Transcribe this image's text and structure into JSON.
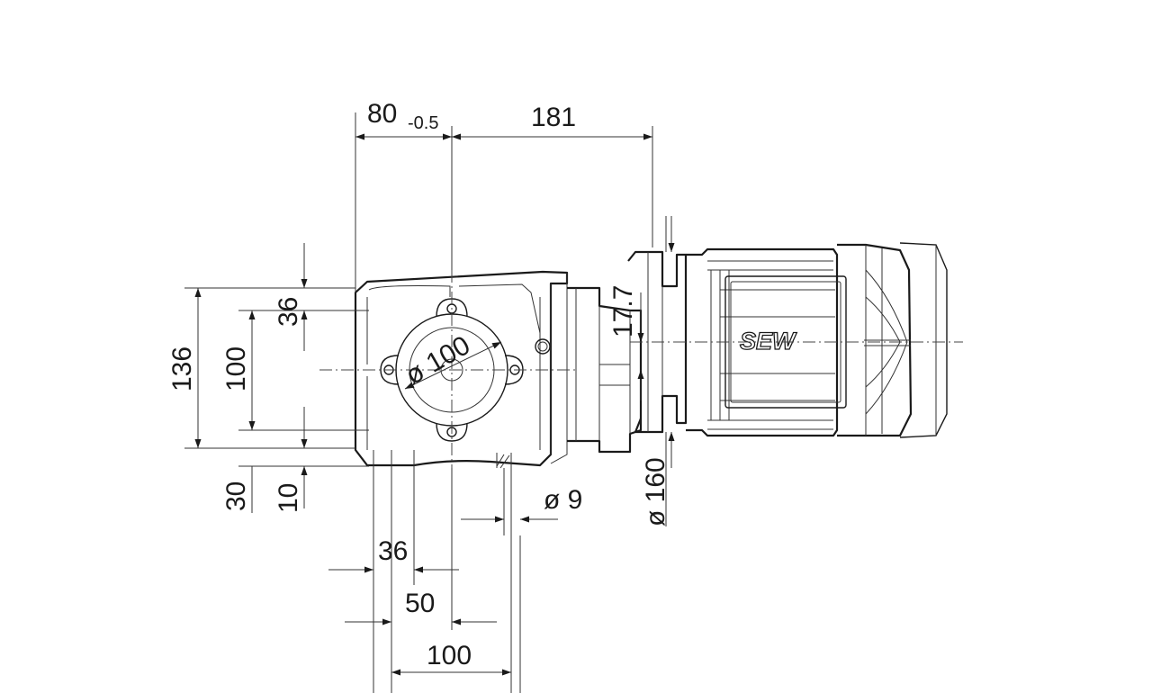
{
  "drawing": {
    "logo": "SEW",
    "dimensions": {
      "width_top": "80",
      "width_top_tolerance": "-0.5",
      "motor_offset": "181",
      "overall_height": "136",
      "flange_height": "100",
      "top_offset": "36",
      "bottom_offset_30": "30",
      "bottom_offset_10": "10",
      "flange_diameter": "ø 100",
      "motor_shaft_height": "17.7",
      "motor_flange_diameter": "ø 160",
      "hole_diameter": "ø 9",
      "base_36": "36",
      "base_50": "50",
      "base_100": "100"
    }
  }
}
